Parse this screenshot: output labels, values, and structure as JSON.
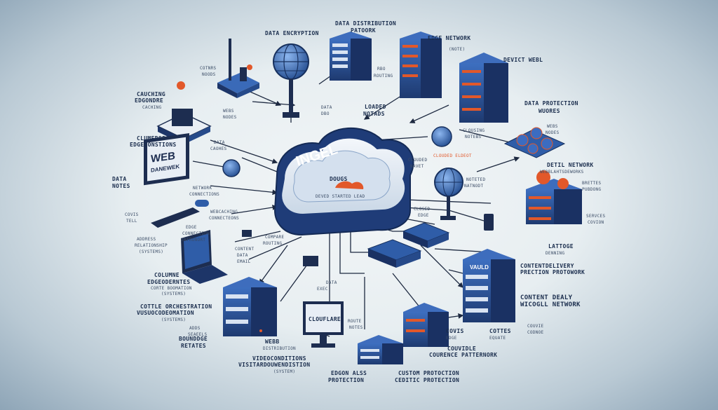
{
  "diagram": {
    "cloud_text": "INGEL",
    "cloud_inner_lines": [
      "DOUGS",
      "DEVED STARTED LEAD"
    ],
    "cloud_side_label": "CLOUDED ELDEOT",
    "labels": {
      "data_encryption": "DATA ENCRYPTION",
      "data_distribution_network": [
        "DATA DISTRIBUTION",
        "PATOORK"
      ],
      "edge_network": "EDGE NETWORK",
      "edge_network_sub": "(NOTE)",
      "device_web": "DEVICT WEBL",
      "data_protection_works": [
        "DATA PROTECTION",
        "WUORES"
      ],
      "cdn_nodes": [
        "COTNRS",
        "NOODS"
      ],
      "caching_secondary": [
        "CAUCHING",
        "EDGONDRE",
        "CACHING"
      ],
      "web_nodes": [
        "WEBS",
        "NODES"
      ],
      "data_dro_routing": [
        "DATA",
        "DBO",
        "RBO",
        "ROUTING"
      ],
      "loaded_nodes": [
        "LOADED",
        "NOTADS"
      ],
      "cluster_zones": [
        "CLUMEROS",
        "EDGECONSTIONS"
      ],
      "data_cache": [
        "DATA",
        "CAOHES"
      ],
      "data_notes": [
        "DATA",
        "NOTES"
      ],
      "monitor_text": [
        "WEB",
        "DANEWEK"
      ],
      "cache_tell": [
        "COVIS",
        "TELL"
      ],
      "network_connected": [
        "NETWORK",
        "CONNECTIONS"
      ],
      "web_caching": [
        "WEBCACHING",
        "CONNECTEONS"
      ],
      "edge_connection": [
        "EDGE",
        "CONNECTION",
        "ENTRONORT"
      ],
      "address_relationship": [
        "ADDRESS",
        "RELATIONSHIP",
        "(SYSTEMS)"
      ],
      "content_protected": [
        "CONTENT",
        "DATA",
        "EMAIL"
      ],
      "column_connections": [
        "COLUMNE",
        "EDGEODERNTES",
        "CORTE BOOMATION",
        "(SYSTEMS)"
      ],
      "content_orchestration": [
        "COTTLE ORCHESTRATION",
        "VUSUOCODEOMATION",
        "(SYSTEMS)"
      ],
      "compare_routing": [
        "COMPARE",
        "ROUTING"
      ],
      "bounded_retries": [
        "BOUNDDGE",
        "RETATES"
      ],
      "addr_sec": [
        "ADDS",
        "SEAEELS"
      ],
      "data_ctrl": [
        "DATA",
        "EXEC"
      ],
      "web_distribution": [
        "WEBB",
        "DISTRIBUTION"
      ],
      "video_conditions": [
        "VIDEOCONDITIONS",
        "VISITARDOUWENDISTION",
        "(SYSTEM)"
      ],
      "edge_protection": [
        "EDGON ALSS",
        "PROTECTION"
      ],
      "custom_protection": [
        "CUSTOM PROTOCTION",
        "CEDITIC PROTECTION"
      ],
      "routing_nodes": [
        "ROUTE",
        "NOTES"
      ],
      "network_monitor": [
        "NOTETED",
        "NATNODT"
      ],
      "clouded_node": [
        "CLOUDED",
        "NAVET"
      ],
      "clousing_nodes": [
        "CLOUSING",
        "NOTEBS"
      ],
      "mobile_cache": [
        "CLOSED",
        "EDGE"
      ],
      "content_delivery_network": [
        "CONTENTDELIVERY",
        "PRECTION PROTOWORK"
      ],
      "latest_note": [
        "LATTOGE",
        "DENNING"
      ],
      "content_ready_network": [
        "CONTENT DEALY",
        "WICOGLL NETWORK"
      ],
      "cables_node": [
        "COVIS",
        "EDGE"
      ],
      "cable_right": [
        "COTTES",
        "EQUATE"
      ],
      "couple_network": [
        "COUVIDLE",
        "COURENCE PATTERNORK"
      ],
      "detailed_network": [
        "DETIL NETWORK",
        "WEBBLAHTSDEWORKS"
      ],
      "coaxial_node": [
        "COUVIE",
        "CODNOE"
      ],
      "brett_right": [
        "BRETTES",
        "PUBDONG"
      ],
      "service_right": [
        "SERVCES",
        "COVION"
      ],
      "server_label": "VAULD",
      "cloudflare_monitor": "CLOUFLARE"
    },
    "colors": {
      "navy": "#1d2d50",
      "blue": "#2f5da8",
      "light_blue": "#5a8fd6",
      "cloud": "#e8eef5",
      "orange": "#e2582a"
    }
  }
}
